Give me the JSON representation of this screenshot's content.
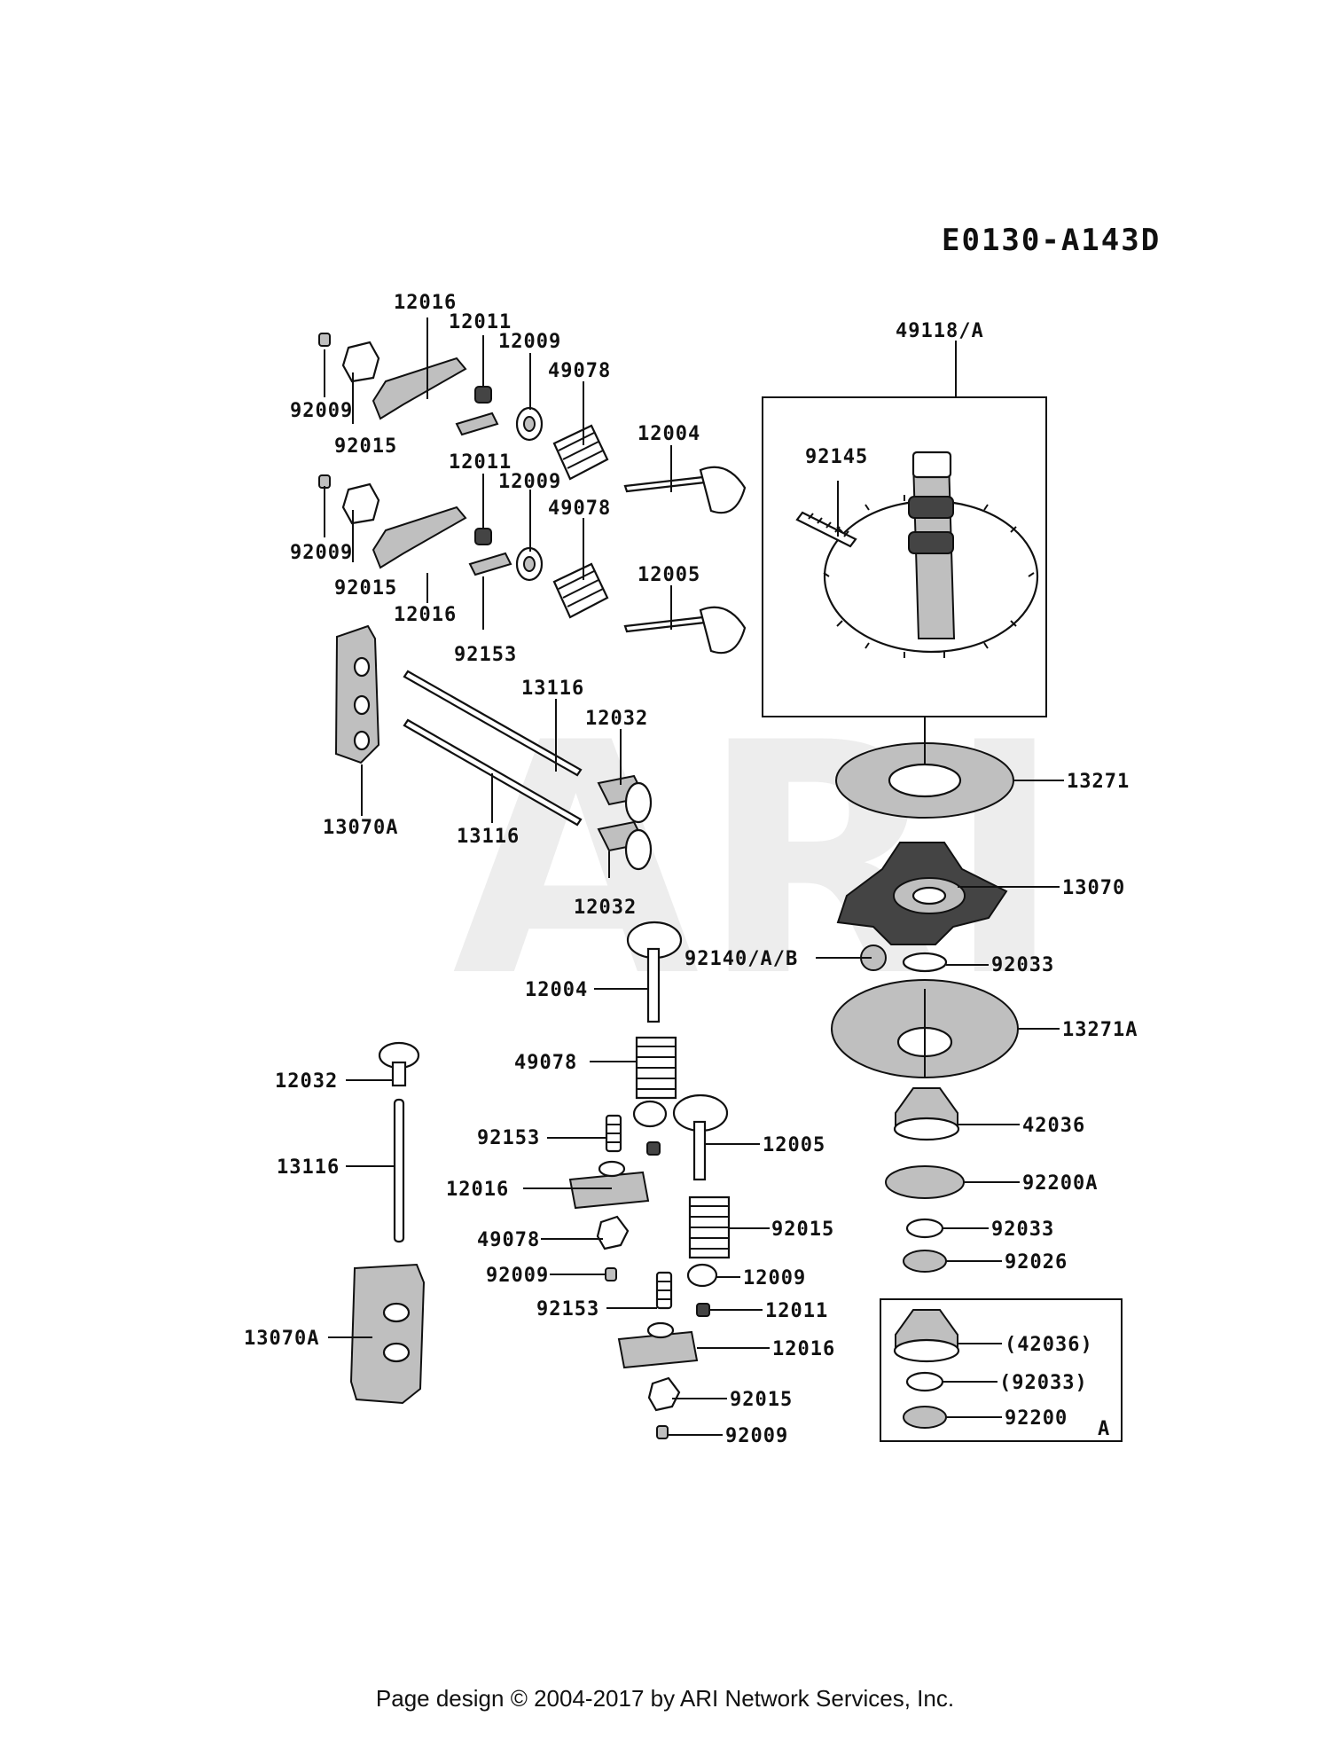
{
  "diagram_code": "E0130-A143D",
  "watermark": "ARI",
  "footer": "Page design © 2004-2017 by ARI Network Services, Inc.",
  "callouts": [
    "12016",
    "12011",
    "12009",
    "49078",
    "92009",
    "92015",
    "12004",
    "12011",
    "12009",
    "49078",
    "92009",
    "92015",
    "12016",
    "92153",
    "12005",
    "13116",
    "12032",
    "13070A",
    "13116",
    "12032",
    "49118/A",
    "92145",
    "13271",
    "13070",
    "92140/A/B",
    "92033",
    "13271A",
    "12004",
    "49078",
    "12032",
    "92153",
    "12005",
    "13116",
    "12016",
    "92015",
    "49078",
    "92009",
    "12009",
    "92153",
    "12011",
    "13070A",
    "12016",
    "92015",
    "92009",
    "42036",
    "92200A",
    "92033",
    "92026",
    "(42036)",
    "(92033)",
    "92200",
    "A"
  ]
}
